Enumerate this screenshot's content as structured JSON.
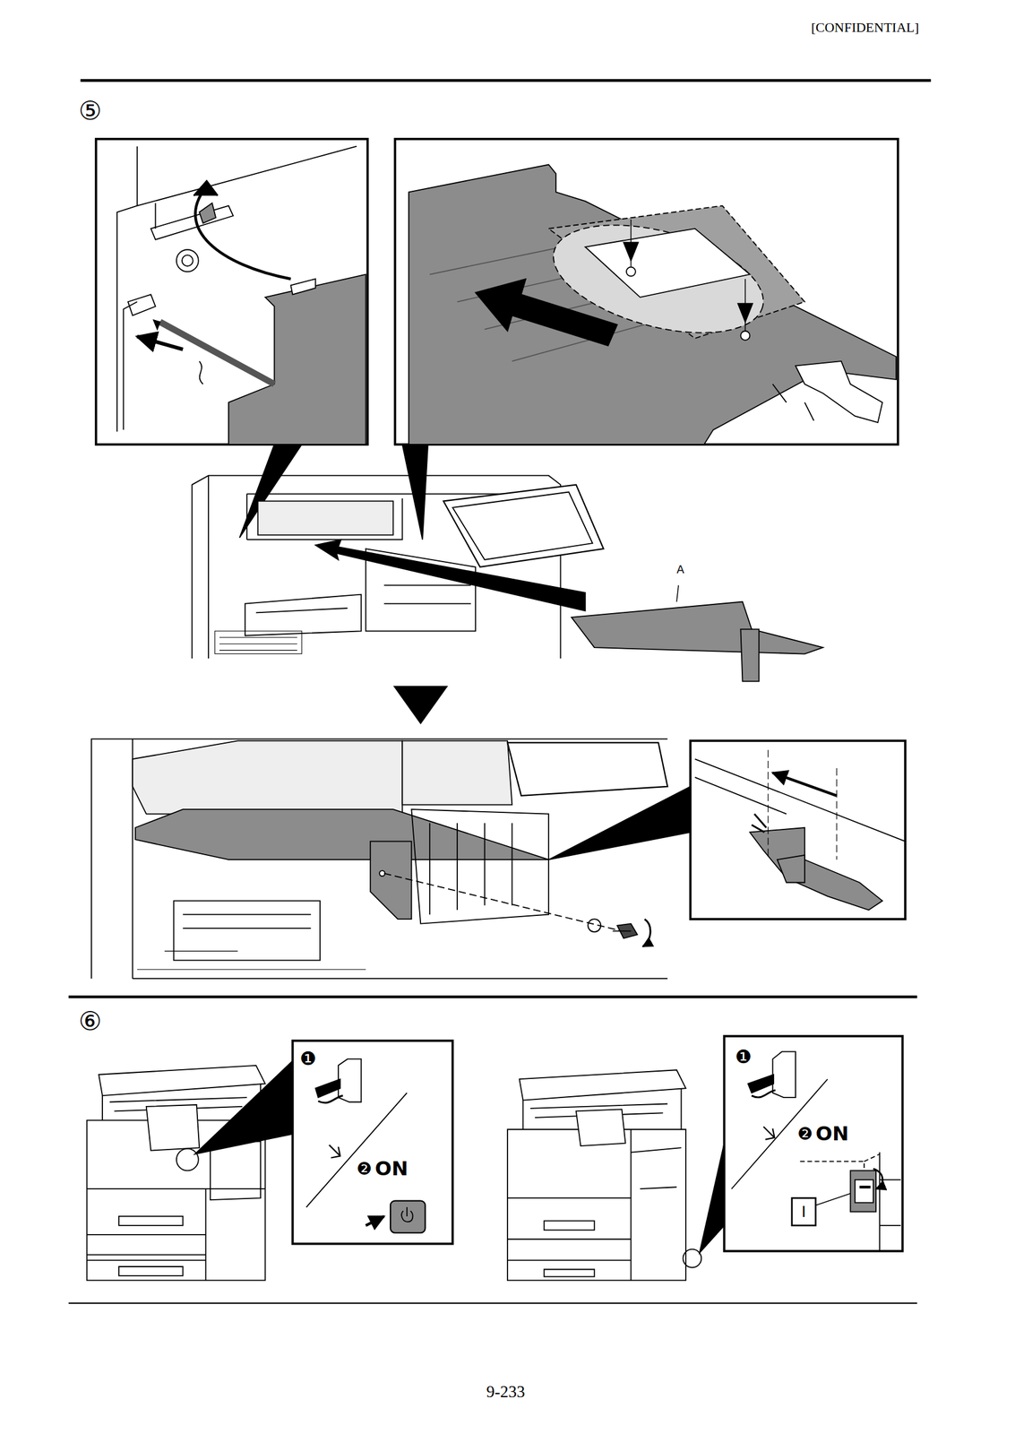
{
  "diagram": {
    "labels": [
      "[CONFIDENTIAL]",
      "⑤",
      "A",
      "⑥",
      "❶",
      "❷",
      "ON",
      "❶",
      "❷",
      "ON",
      "I",
      "9-233"
    ]
  }
}
